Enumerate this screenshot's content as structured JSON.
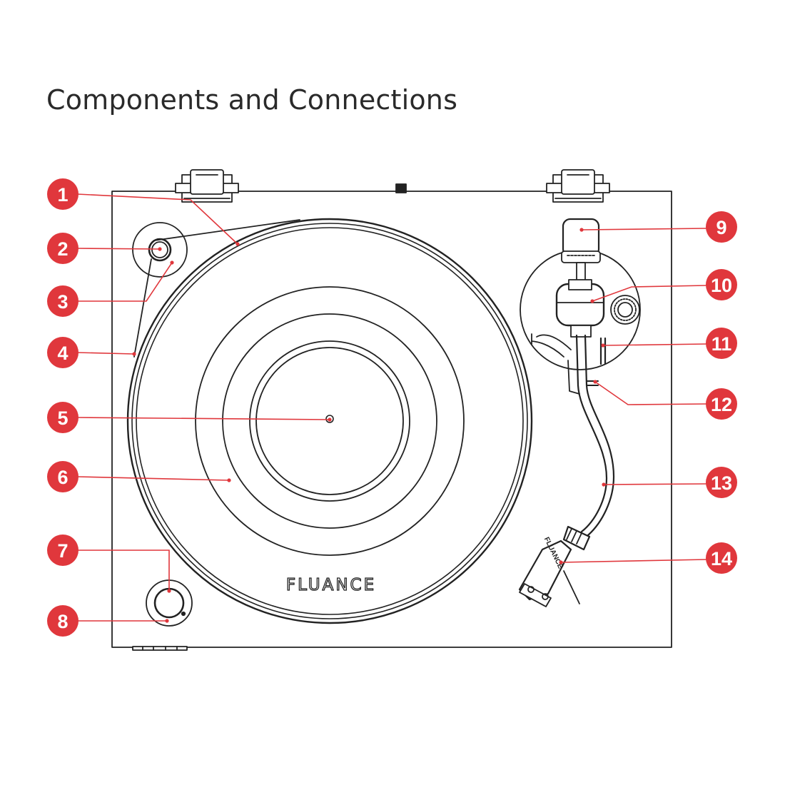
{
  "title": "Components and Connections",
  "brand": "FLUANCE",
  "headshell_brand": "FLUANCE",
  "colors": {
    "accent": "#e0373c",
    "line": "#222222",
    "background": "#ffffff"
  },
  "callouts": [
    {
      "number": "1"
    },
    {
      "number": "2"
    },
    {
      "number": "3"
    },
    {
      "number": "4"
    },
    {
      "number": "5"
    },
    {
      "number": "6"
    },
    {
      "number": "7"
    },
    {
      "number": "8"
    },
    {
      "number": "9"
    },
    {
      "number": "10"
    },
    {
      "number": "11"
    },
    {
      "number": "12"
    },
    {
      "number": "13"
    },
    {
      "number": "14"
    }
  ]
}
